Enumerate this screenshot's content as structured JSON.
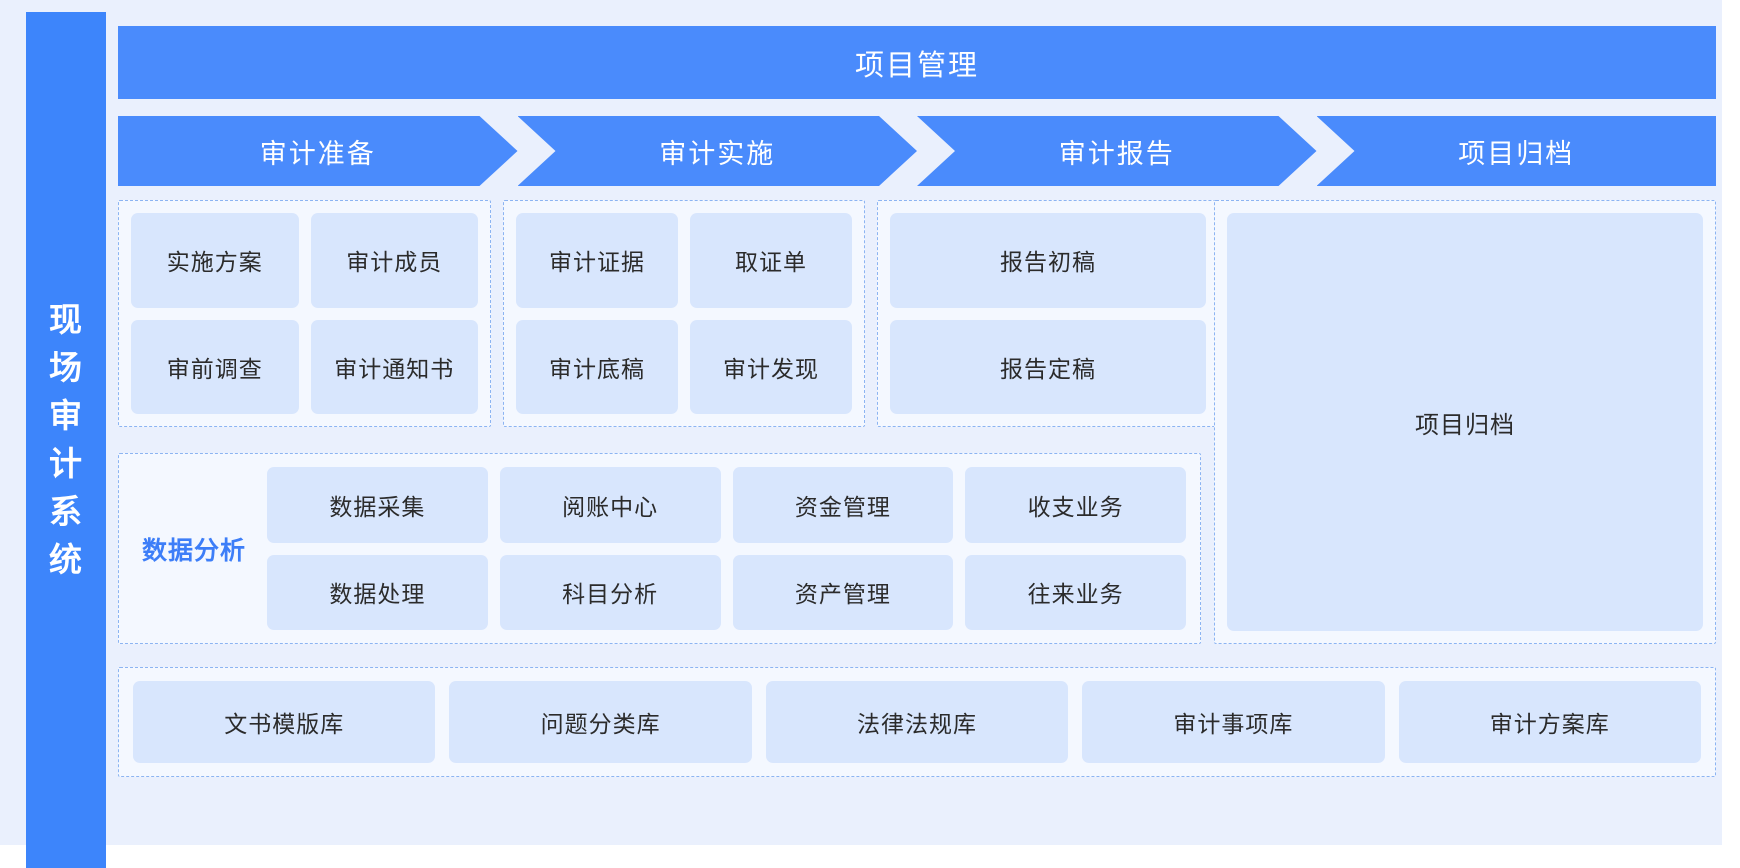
{
  "system": {
    "vertical_title": "现场审计系统"
  },
  "header": {
    "title": "项目管理"
  },
  "stages": [
    {
      "label": "审计准备"
    },
    {
      "label": "审计实施"
    },
    {
      "label": "审计报告"
    },
    {
      "label": "项目归档"
    }
  ],
  "phases": {
    "preparation": {
      "tiles": [
        "实施方案",
        "审计成员",
        "审前调查",
        "审计通知书"
      ]
    },
    "execution": {
      "tiles": [
        "审计证据",
        "取证单",
        "审计底稿",
        "审计发现"
      ]
    },
    "report": {
      "tiles": [
        "报告初稿",
        "报告定稿"
      ]
    },
    "archive": {
      "tile": "项目归档"
    }
  },
  "analysis": {
    "label": "数据分析",
    "tiles": [
      "数据采集",
      "阅账中心",
      "资金管理",
      "收支业务",
      "数据处理",
      "科目分析",
      "资产管理",
      "往来业务"
    ]
  },
  "library": {
    "tiles": [
      "文书模版库",
      "问题分类库",
      "法律法规库",
      "审计事项库",
      "审计方案库"
    ]
  },
  "colors": {
    "brand_blue": "#3d85fb",
    "stage_blue": "#4a8bfc",
    "tile_blue": "#d8e6fd",
    "panel_bg": "#eaf0fd",
    "dash_border": "#8cb4f2",
    "dash_fill": "#f4f8ff",
    "accent_text": "#3d7ef8"
  },
  "icons": {
    "up_arrow": "up-arrow-icon"
  }
}
